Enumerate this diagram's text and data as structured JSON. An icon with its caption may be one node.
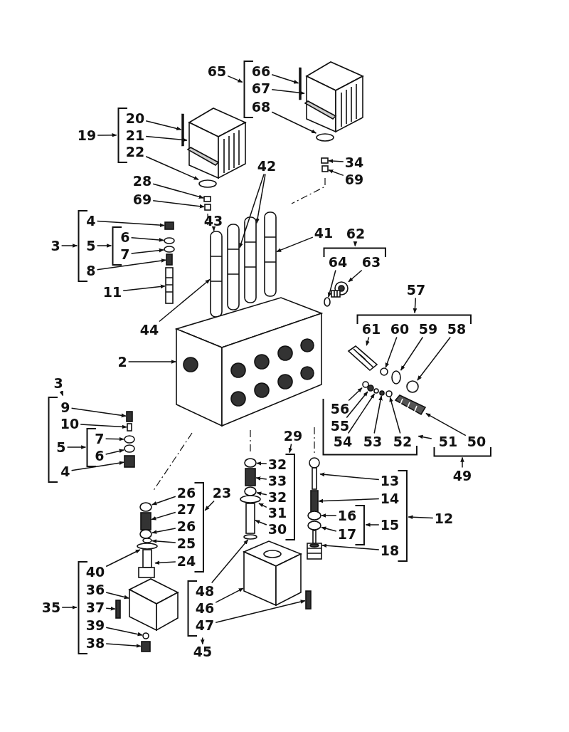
{
  "diagram": {
    "nodes": [
      {
        "text": [
          "65"
        ]
      },
      {
        "text": [],
        "shape": "bracket"
      },
      {
        "text": [
          "66"
        ],
        "in": 1
      },
      {
        "text": [
          "67"
        ],
        "in": 1
      },
      {
        "text": [
          "68"
        ],
        "in": 1
      },
      {
        "text": [
          "19"
        ]
      },
      {
        "text": [],
        "shape": "bracket"
      },
      {
        "text": [
          "20"
        ],
        "in": 6
      },
      {
        "text": [
          "21"
        ],
        "in": 6
      },
      {
        "text": [
          "22"
        ],
        "in": 6
      },
      {
        "text": [
          "34"
        ]
      },
      {
        "text": [
          "28"
        ]
      },
      {
        "text": [
          "69"
        ]
      },
      {
        "text": [
          "69"
        ]
      },
      {
        "text": [
          "42"
        ]
      },
      {
        "text": [
          "43"
        ]
      },
      {
        "text": [
          "41"
        ]
      },
      {
        "text": [
          "3"
        ]
      },
      {
        "text": [],
        "shape": "bracket"
      },
      {
        "text": [
          "4"
        ],
        "in": 18
      },
      {
        "text": [
          "5"
        ],
        "in": 18
      },
      {
        "text": [],
        "shape": "bracket",
        "in": 18
      },
      {
        "text": [
          "6"
        ],
        "in": 21
      },
      {
        "text": [
          "7"
        ],
        "in": 21
      },
      {
        "text": [
          "8"
        ],
        "in": 18
      },
      {
        "text": [
          "62"
        ]
      },
      {
        "text": [],
        "shape": "bracket"
      },
      {
        "text": [
          "64"
        ],
        "in": 26
      },
      {
        "text": [
          "63"
        ],
        "in": 26
      },
      {
        "text": [
          "11"
        ]
      },
      {
        "text": [
          "57"
        ]
      },
      {
        "text": [],
        "shape": "bracket"
      },
      {
        "text": [
          "61"
        ],
        "in": 31
      },
      {
        "text": [
          "60"
        ],
        "in": 31
      },
      {
        "text": [
          "59"
        ],
        "in": 31
      },
      {
        "text": [
          "58"
        ],
        "in": 31
      },
      {
        "text": [
          "44"
        ]
      },
      {
        "text": [
          "2"
        ]
      },
      {
        "text": [
          "3"
        ]
      },
      {
        "text": [],
        "shape": "bracket"
      },
      {
        "text": [
          "9"
        ],
        "in": 39
      },
      {
        "text": [
          "10"
        ],
        "in": 39
      },
      {
        "text": [
          "5"
        ],
        "in": 39
      },
      {
        "text": [],
        "shape": "bracket",
        "in": 39
      },
      {
        "text": [
          "7"
        ],
        "in": 43
      },
      {
        "text": [
          "6"
        ],
        "in": 43
      },
      {
        "text": [
          "4"
        ],
        "in": 39
      },
      {
        "text": [],
        "shape": "bracket"
      },
      {
        "text": [
          "56"
        ],
        "in": 47
      },
      {
        "text": [
          "55"
        ],
        "in": 47
      },
      {
        "text": [
          "54"
        ],
        "in": 47
      },
      {
        "text": [
          "53"
        ],
        "in": 47
      },
      {
        "text": [
          "52"
        ],
        "in": 47
      },
      {
        "text": [],
        "shape": "bracket"
      },
      {
        "text": [
          "51"
        ],
        "in": 53
      },
      {
        "text": [
          "50"
        ],
        "in": 53
      },
      {
        "text": [
          "49"
        ]
      },
      {
        "text": [
          "29"
        ]
      },
      {
        "text": [],
        "shape": "bracket"
      },
      {
        "text": [
          "32"
        ],
        "in": 58
      },
      {
        "text": [
          "33"
        ],
        "in": 58
      },
      {
        "text": [
          "32"
        ],
        "in": 58
      },
      {
        "text": [
          "31"
        ],
        "in": 58
      },
      {
        "text": [
          "30"
        ],
        "in": 58
      },
      {
        "text": [
          "12"
        ]
      },
      {
        "text": [],
        "shape": "bracket"
      },
      {
        "text": [
          "13"
        ],
        "in": 65
      },
      {
        "text": [
          "14"
        ],
        "in": 65
      },
      {
        "text": [
          "15"
        ],
        "in": 65
      },
      {
        "text": [],
        "shape": "bracket",
        "in": 65
      },
      {
        "text": [
          "16"
        ],
        "in": 69
      },
      {
        "text": [
          "17"
        ],
        "in": 69
      },
      {
        "text": [
          "18"
        ],
        "in": 65
      },
      {
        "text": [
          "23"
        ]
      },
      {
        "text": [],
        "shape": "bracket"
      },
      {
        "text": [
          "26"
        ],
        "in": 74
      },
      {
        "text": [
          "27"
        ],
        "in": 74
      },
      {
        "text": [
          "26"
        ],
        "in": 74
      },
      {
        "text": [
          "25"
        ],
        "in": 74
      },
      {
        "text": [
          "24"
        ],
        "in": 74
      },
      {
        "text": [
          "35"
        ]
      },
      {
        "text": [],
        "shape": "bracket"
      },
      {
        "text": [
          "40"
        ],
        "in": 81
      },
      {
        "text": [
          "36"
        ],
        "in": 81
      },
      {
        "text": [
          "37"
        ],
        "in": 81
      },
      {
        "text": [
          "39"
        ],
        "in": 81
      },
      {
        "text": [
          "38"
        ],
        "in": 81
      },
      {
        "text": [],
        "shape": "bracket"
      },
      {
        "text": [
          "48"
        ],
        "in": 87
      },
      {
        "text": [
          "46"
        ],
        "in": 87
      },
      {
        "text": [
          "47"
        ],
        "in": 87
      },
      {
        "text": [
          "45"
        ]
      },
      {
        "text": [],
        "shape": "bar"
      },
      {
        "text": [],
        "shape": "picture"
      },
      {
        "text": [],
        "shape": "circle"
      },
      {
        "text": [],
        "shape": "box"
      },
      {
        "text": [],
        "shape": "box"
      },
      {
        "text": [],
        "shape": "bar"
      },
      {
        "text": [],
        "shape": "picture"
      },
      {
        "text": [],
        "shape": "circle"
      },
      {
        "text": [],
        "shape": "box"
      },
      {
        "text": [],
        "shape": "box"
      },
      {
        "text": [],
        "shape": "picture"
      },
      {
        "text": [],
        "shape": "picture"
      },
      {
        "text": [],
        "shape": "picture"
      },
      {
        "text": [],
        "shape": "picture"
      },
      {
        "text": [],
        "shape": "box"
      },
      {
        "text": [],
        "shape": "circle"
      },
      {
        "text": [],
        "shape": "circle"
      },
      {
        "text": [],
        "shape": "box"
      },
      {
        "text": [],
        "shape": "picture"
      },
      {
        "text": [],
        "shape": "circle"
      },
      {
        "text": [],
        "shape": "picture"
      },
      {
        "text": [],
        "shape": "picture"
      },
      {
        "text": [],
        "shape": "circle"
      },
      {
        "text": [],
        "shape": "circle"
      },
      {
        "text": [],
        "shape": "circle"
      },
      {
        "text": [],
        "shape": "picture"
      },
      {
        "text": [],
        "shape": "box"
      },
      {
        "text": [],
        "shape": "box"
      },
      {
        "text": [],
        "shape": "circle"
      },
      {
        "text": [],
        "shape": "circle"
      },
      {
        "text": [],
        "shape": "box"
      },
      {
        "text": [],
        "shape": "circle"
      },
      {
        "text": [],
        "shape": "circle"
      },
      {
        "text": [],
        "shape": "circle"
      },
      {
        "text": [],
        "shape": "circle"
      },
      {
        "text": [],
        "shape": "circle"
      },
      {
        "text": [],
        "shape": "picture"
      },
      {
        "text": [],
        "shape": "circle"
      },
      {
        "text": [],
        "shape": "box"
      },
      {
        "text": [],
        "shape": "circle"
      },
      {
        "text": [],
        "shape": "circle"
      },
      {
        "text": [],
        "shape": "box"
      },
      {
        "text": [],
        "shape": "circle"
      },
      {
        "text": [],
        "shape": "picture"
      },
      {
        "text": [],
        "shape": "box"
      },
      {
        "text": [],
        "shape": "picture"
      },
      {
        "text": [],
        "shape": "box"
      },
      {
        "text": [],
        "shape": "circle"
      },
      {
        "text": [],
        "shape": "circle"
      },
      {
        "text": [],
        "shape": "picture"
      },
      {
        "text": [],
        "shape": "circle"
      },
      {
        "text": [],
        "shape": "box"
      },
      {
        "text": [],
        "shape": "circle"
      },
      {
        "text": [],
        "shape": "circle"
      },
      {
        "text": [],
        "shape": "picture"
      },
      {
        "text": [],
        "shape": "circle"
      },
      {
        "text": [],
        "shape": "picture"
      },
      {
        "text": [],
        "shape": "box"
      },
      {
        "text": [],
        "shape": "circle"
      },
      {
        "text": [],
        "shape": "box"
      }
    ],
    "edges": [
      {
        "from": 0,
        "to": 1,
        "arrow": "to"
      },
      {
        "from": 2,
        "to": 97,
        "arrow": "to"
      },
      {
        "from": 3,
        "to": 98,
        "arrow": "to"
      },
      {
        "from": 4,
        "to": 99,
        "arrow": "to"
      },
      {
        "from": 5,
        "to": 6,
        "arrow": "to"
      },
      {
        "from": 7,
        "to": 92,
        "arrow": "to"
      },
      {
        "from": 8,
        "to": 93,
        "arrow": "to"
      },
      {
        "from": 9,
        "to": 94,
        "arrow": "to"
      },
      {
        "from": 10,
        "to": 100,
        "arrow": "to"
      },
      {
        "from": 11,
        "to": 95,
        "arrow": "to"
      },
      {
        "from": 12,
        "to": 101,
        "arrow": "to"
      },
      {
        "from": 13,
        "to": 96,
        "arrow": "to"
      },
      {
        "from": 14,
        "to": 104,
        "arrow": "to"
      },
      {
        "from": 14,
        "to": 103,
        "arrow": "to"
      },
      {
        "from": 15,
        "to": 102,
        "arrow": "to"
      },
      {
        "from": 16,
        "to": 105,
        "arrow": "to"
      },
      {
        "from": 17,
        "to": 18,
        "arrow": "to"
      },
      {
        "from": 19,
        "to": 106,
        "arrow": "to"
      },
      {
        "from": 20,
        "to": 21,
        "arrow": "to"
      },
      {
        "from": 22,
        "to": 107,
        "arrow": "to"
      },
      {
        "from": 23,
        "to": 108,
        "arrow": "to"
      },
      {
        "from": 24,
        "to": 109,
        "arrow": "to"
      },
      {
        "from": 25,
        "to": 26,
        "arrow": "to"
      },
      {
        "from": 27,
        "to": 111,
        "arrow": "to"
      },
      {
        "from": 28,
        "to": 112,
        "arrow": "to"
      },
      {
        "from": 29,
        "to": 110,
        "arrow": "to"
      },
      {
        "from": 30,
        "to": 31,
        "arrow": "to"
      },
      {
        "from": 32,
        "to": 113,
        "arrow": "to"
      },
      {
        "from": 33,
        "to": 114,
        "arrow": "to"
      },
      {
        "from": 34,
        "to": 115,
        "arrow": "to"
      },
      {
        "from": 35,
        "to": 116,
        "arrow": "to"
      },
      {
        "from": 36,
        "to": 102,
        "arrow": "to"
      },
      {
        "from": 37,
        "to": 117,
        "arrow": "to"
      },
      {
        "from": 38,
        "to": 39,
        "arrow": "to"
      },
      {
        "from": 40,
        "to": 118,
        "arrow": "to"
      },
      {
        "from": 41,
        "to": 119,
        "arrow": "to"
      },
      {
        "from": 42,
        "to": 43,
        "arrow": "to"
      },
      {
        "from": 44,
        "to": 120,
        "arrow": "to"
      },
      {
        "from": 45,
        "to": 121,
        "arrow": "to"
      },
      {
        "from": 46,
        "to": 122,
        "arrow": "to"
      },
      {
        "from": 48,
        "to": 123,
        "arrow": "to"
      },
      {
        "from": 49,
        "to": 124,
        "arrow": "to"
      },
      {
        "from": 50,
        "to": 125,
        "arrow": "to"
      },
      {
        "from": 51,
        "to": 126,
        "arrow": "to"
      },
      {
        "from": 52,
        "to": 127,
        "arrow": "to"
      },
      {
        "from": 53,
        "to": 47,
        "arrow": "to"
      },
      {
        "from": 55,
        "to": 128,
        "arrow": "to"
      },
      {
        "from": 56,
        "to": 53,
        "arrow": "to"
      },
      {
        "from": 57,
        "to": 58,
        "arrow": "to"
      },
      {
        "from": 59,
        "to": 129,
        "arrow": "to"
      },
      {
        "from": 60,
        "to": 130,
        "arrow": "to"
      },
      {
        "from": 61,
        "to": 131,
        "arrow": "to"
      },
      {
        "from": 62,
        "to": 132,
        "arrow": "to"
      },
      {
        "from": 63,
        "to": 133,
        "arrow": "to"
      },
      {
        "from": 64,
        "to": 65,
        "arrow": "to"
      },
      {
        "from": 66,
        "to": 137,
        "arrow": "to"
      },
      {
        "from": 67,
        "to": 138,
        "arrow": "to"
      },
      {
        "from": 68,
        "to": 69,
        "arrow": "to"
      },
      {
        "from": 70,
        "to": 139,
        "arrow": "to"
      },
      {
        "from": 71,
        "to": 140,
        "arrow": "to"
      },
      {
        "from": 72,
        "to": 141,
        "arrow": "to"
      },
      {
        "from": 73,
        "to": 74,
        "arrow": "to"
      },
      {
        "from": 75,
        "to": 142,
        "arrow": "to"
      },
      {
        "from": 76,
        "to": 143,
        "arrow": "to"
      },
      {
        "from": 77,
        "to": 144,
        "arrow": "to"
      },
      {
        "from": 78,
        "to": 145,
        "arrow": "to"
      },
      {
        "from": 79,
        "to": 146,
        "arrow": "to"
      },
      {
        "from": 80,
        "to": 81,
        "arrow": "to"
      },
      {
        "from": 82,
        "to": 147,
        "arrow": "to"
      },
      {
        "from": 83,
        "to": 148,
        "arrow": "to"
      },
      {
        "from": 84,
        "to": 149,
        "arrow": "to"
      },
      {
        "from": 85,
        "to": 150,
        "arrow": "to"
      },
      {
        "from": 86,
        "to": 151,
        "arrow": "to"
      },
      {
        "from": 87,
        "to": 91,
        "arrow": "to"
      },
      {
        "from": 88,
        "to": 134,
        "arrow": "to"
      },
      {
        "from": 89,
        "to": 135,
        "arrow": "to"
      },
      {
        "from": 90,
        "to": 136,
        "arrow": "to"
      }
    ]
  }
}
